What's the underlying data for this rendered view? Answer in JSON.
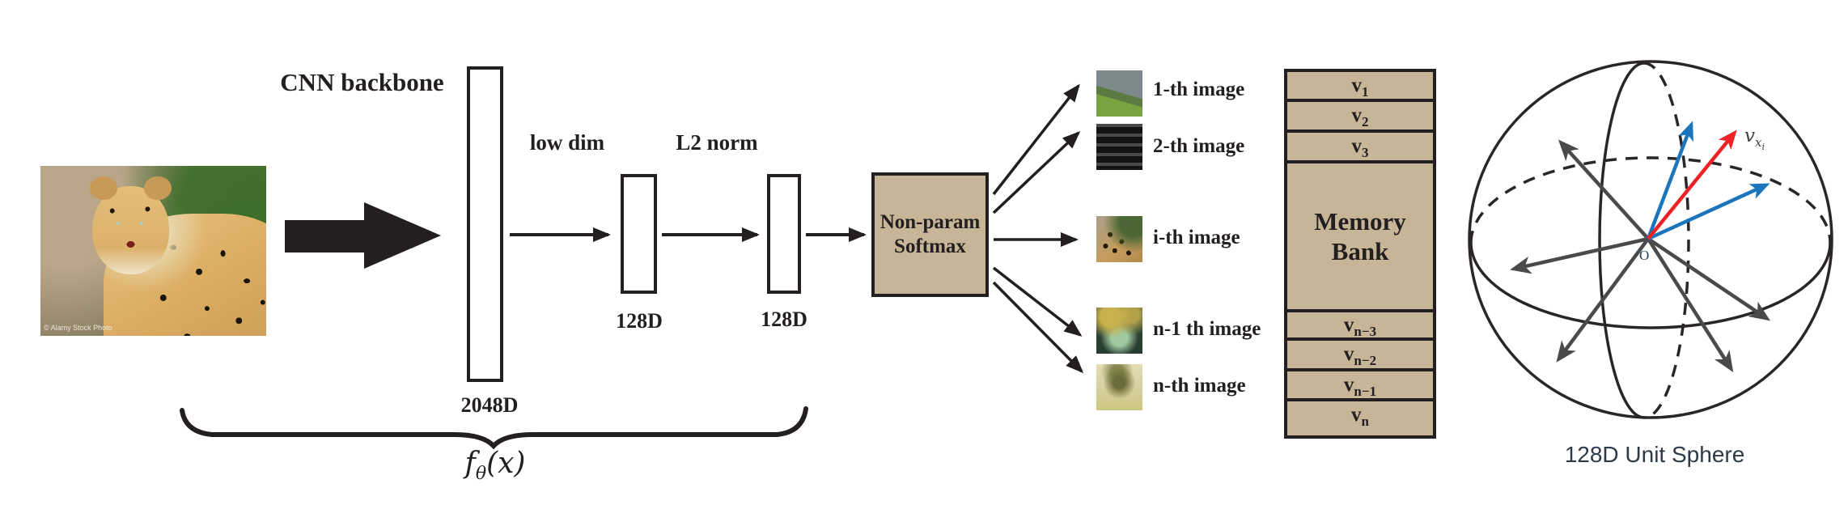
{
  "palette": {
    "line": "#231f20",
    "tan": "#c7b597",
    "gray_vector": "#4a4a4c",
    "blue_vector": "#1b75bc",
    "red_vector": "#ec2227",
    "caption_color": "#2d3a47"
  },
  "pipeline": {
    "input_watermark": "© Alamy Stock Photo",
    "cnn_label": "CNN backbone",
    "cnn_dim_label": "2048D",
    "low_dim_label": "low dim",
    "l2_norm_label": "L2 norm",
    "embed_dim_label_1": "128D",
    "embed_dim_label_2": "128D",
    "softmax_line1": "Non-param",
    "softmax_line2": "Softmax",
    "function_label": {
      "f": "f",
      "sub": "θ",
      "args": "(x)"
    }
  },
  "instances": [
    {
      "label": "1-th image"
    },
    {
      "label": "2-th image"
    },
    {
      "label": "i-th image"
    },
    {
      "label": "n-1 th image"
    },
    {
      "label": "n-th image"
    }
  ],
  "memory_bank": {
    "title_line1": "Memory",
    "title_line2": "Bank",
    "rows_top": [
      {
        "base": "v",
        "sub": "1"
      },
      {
        "base": "v",
        "sub": "2"
      },
      {
        "base": "v",
        "sub": "3"
      }
    ],
    "rows_bottom": [
      {
        "base": "v",
        "sub": "n−3"
      },
      {
        "base": "v",
        "sub": "n−2"
      },
      {
        "base": "v",
        "sub": "n−1"
      },
      {
        "base": "v",
        "sub": "n"
      }
    ]
  },
  "sphere": {
    "caption": "128D Unit Sphere",
    "origin_label": "O",
    "vector_label": {
      "base": "v",
      "sub": "x",
      "subsub": "i"
    }
  }
}
